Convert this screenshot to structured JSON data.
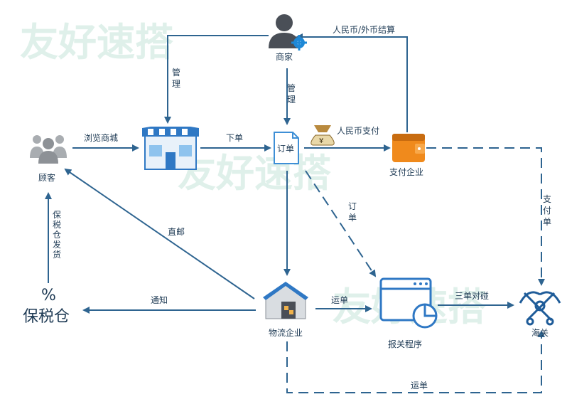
{
  "watermark": "友好速搭",
  "colors": {
    "line": "#2e6490",
    "accent": "#2f78c4",
    "wallet": "#f08a1c",
    "watermark": "#dff0ea"
  },
  "nodes": {
    "merchant": "商家",
    "customer": "顾客",
    "store": "",
    "order": "订单",
    "payment": "支付企业",
    "logistics": "物流企业",
    "customs_program": "报关程序",
    "customs": "海关",
    "bonded_symbol": "%",
    "bonded": "保税仓"
  },
  "edges": {
    "settlement": "人民币/外币结算",
    "manage_left": [
      "管",
      "理"
    ],
    "manage_mid": [
      "管",
      "理"
    ],
    "browse": "浏览商城",
    "place_order": "下单",
    "rmb_pay": "人民币支付",
    "payment_order": [
      "支",
      "付",
      "单"
    ],
    "order_v": [
      "订",
      "单"
    ],
    "direct_mail": "直邮",
    "bonded_ship": [
      "保",
      "税",
      "仓",
      "发",
      "货"
    ],
    "notify": "通知",
    "waybill": "运单",
    "three_check": "三单对碰",
    "waybill_bottom": "运单"
  },
  "icons": {
    "merchant": "user-gear-icon",
    "customer": "people-group-icon",
    "store": "storefront-icon",
    "order": "document-icon",
    "money": "money-bag-icon",
    "payment": "wallet-icon",
    "logistics": "warehouse-icon",
    "customs_program": "app-window-chart-icon",
    "customs": "customs-emblem-icon"
  }
}
